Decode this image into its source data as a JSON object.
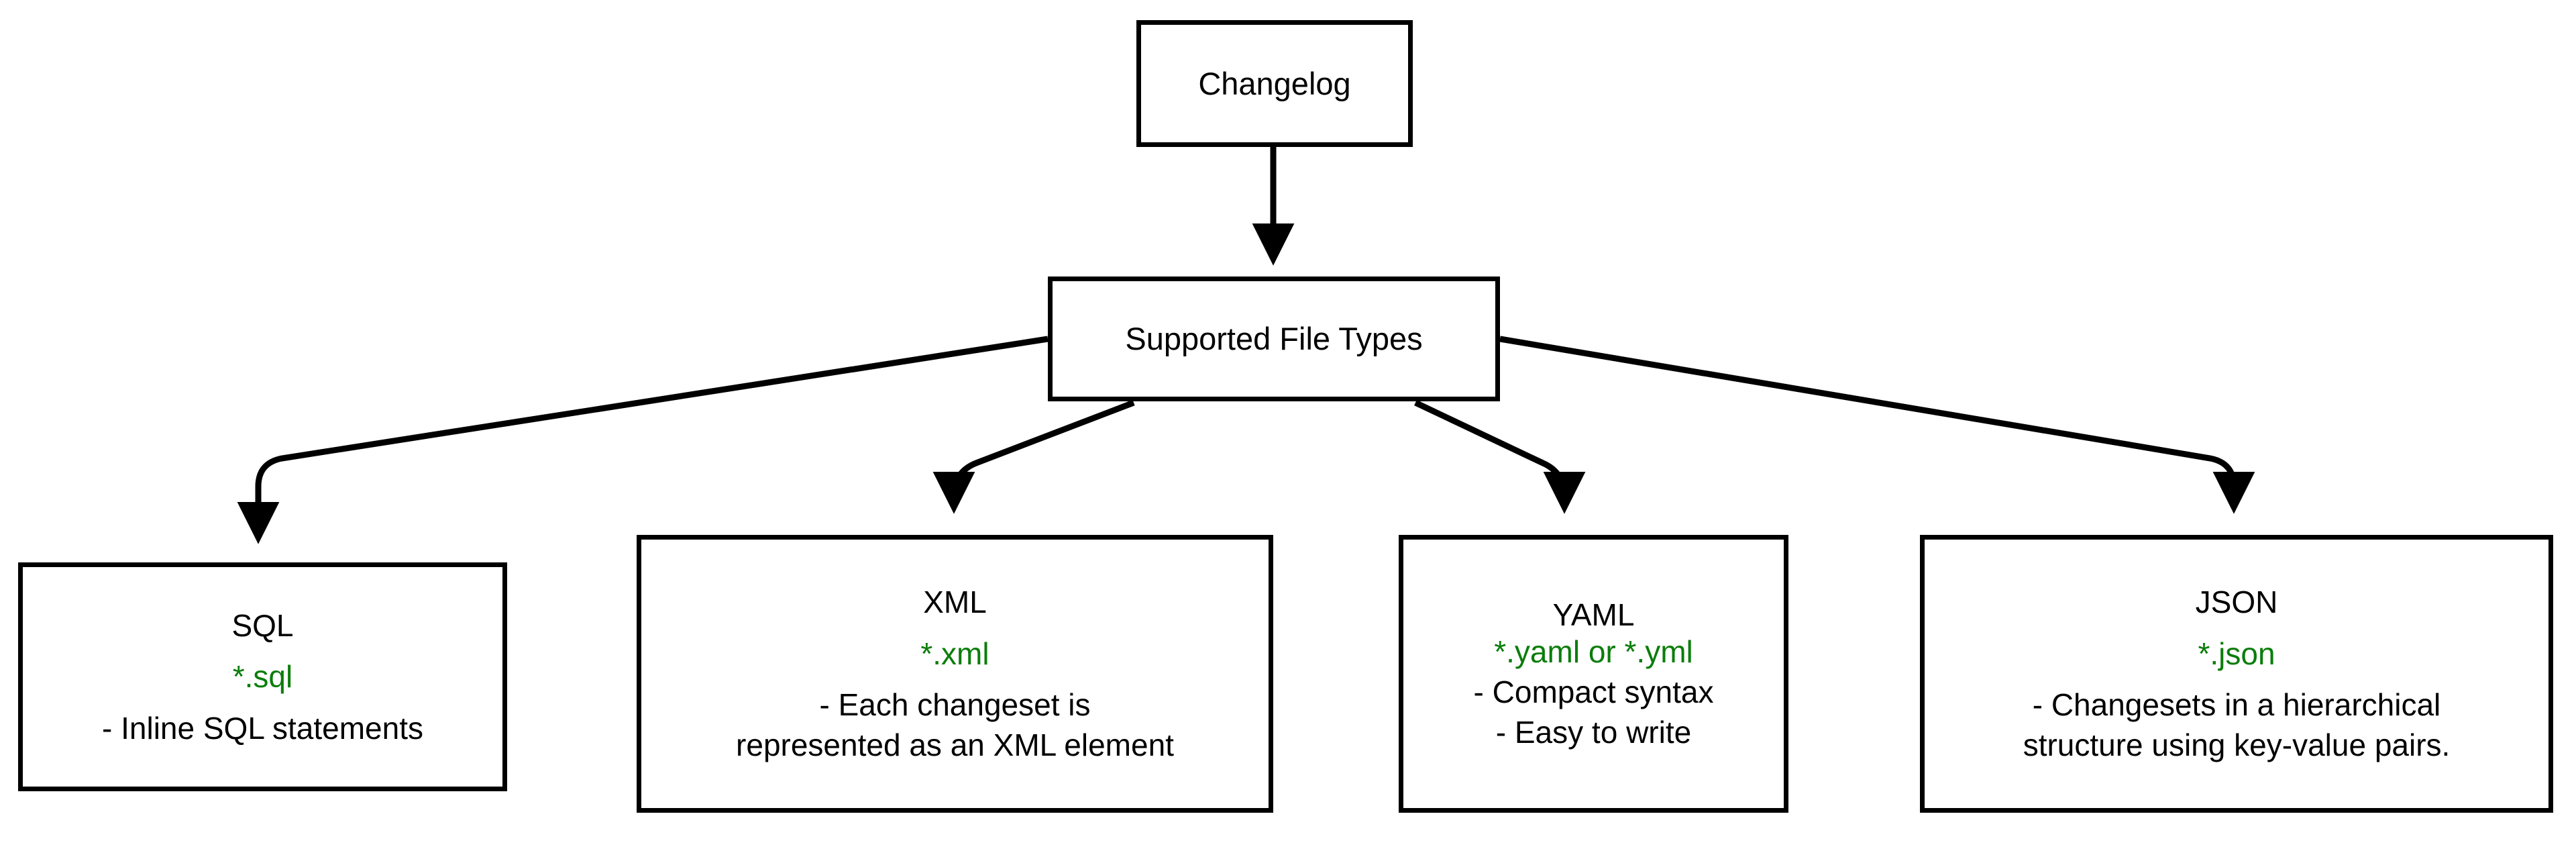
{
  "diagram": {
    "type": "flowchart",
    "title": "Changelog Supported File Types",
    "background_color": "#ffffff",
    "node_border_color": "#000000",
    "text_color": "#000000",
    "extension_color": "#0b7d0b",
    "edge_color": "#000000"
  },
  "nodes": {
    "changelog": {
      "id": "changelog",
      "label": "Changelog"
    },
    "supported_file_types": {
      "id": "supported-file-types",
      "label": "Supported File Types"
    },
    "sql": {
      "id": "sql",
      "title": "SQL",
      "extension": "*.sql",
      "description_line_1": "- Inline SQL statements"
    },
    "xml": {
      "id": "xml",
      "title": "XML",
      "extension": "*.xml",
      "description_line_1": "- Each changeset is",
      "description_line_2": "represented as an XML element"
    },
    "yaml": {
      "id": "yaml",
      "title": "YAML",
      "extension": "*.yaml or *.yml",
      "description_line_1": "- Compact syntax",
      "description_line_2": "- Easy to write"
    },
    "json": {
      "id": "json",
      "title": "JSON",
      "extension": "*.json",
      "description_line_1": "- Changesets in a hierarchical",
      "description_line_2": "structure using key-value pairs."
    }
  },
  "edges": [
    {
      "from": "changelog",
      "to": "supported_file_types",
      "label": ""
    },
    {
      "from": "supported_file_types",
      "to": "sql",
      "label": ""
    },
    {
      "from": "supported_file_types",
      "to": "xml",
      "label": ""
    },
    {
      "from": "supported_file_types",
      "to": "yaml",
      "label": ""
    },
    {
      "from": "supported_file_types",
      "to": "json",
      "label": ""
    }
  ]
}
